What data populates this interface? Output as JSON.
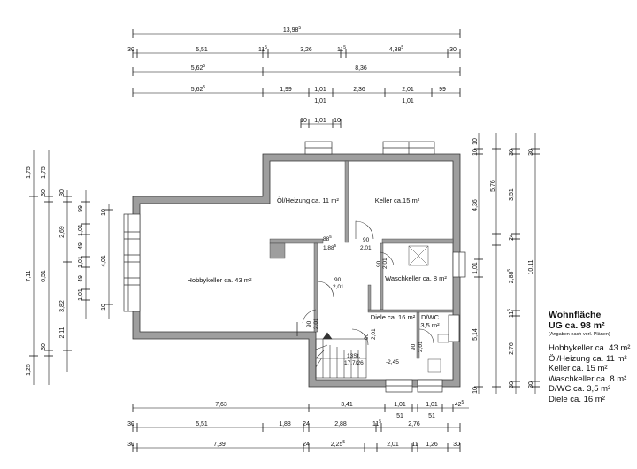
{
  "rooms": {
    "hobby": "Hobbykeller ca. 43 m²",
    "oel": "Öl/Heizung ca. 11 m²",
    "keller": "Keller ca.15 m²",
    "wasch": "Waschkeller ca. 8 m²",
    "diele": "Diele ca. 16 m²",
    "dwc": "D/WC",
    "dwc_area": "3,5 m²"
  },
  "doors": {
    "d1_a": "88",
    "d1_a_sup": "5",
    "d1_b": "1,88",
    "d1_b_sup": "5",
    "d2_a": "90",
    "d2_b": "2,01",
    "d3_a": "90",
    "d3_b": "2,01",
    "d4_a": "90",
    "d4_b": "2,01",
    "d5_a": "90",
    "d5_b": "2,01",
    "d6_a": "90",
    "d6_b": "2,01",
    "d7_a": "90",
    "d7_b": "2,01"
  },
  "stair": {
    "count": "13St.",
    "size": "17,7/26",
    "level": "-2,45"
  },
  "dims_top": {
    "total": "13,98",
    "total_sup": "5",
    "r1": [
      "30",
      "5,51",
      "11",
      "3,26",
      "11",
      "4,38",
      "30"
    ],
    "r1_sup": "5",
    "r2": [
      "5,62",
      "8,36"
    ],
    "r2_sup": "5",
    "r3": [
      "5,62",
      "1,99",
      "1,01",
      "2,36",
      "2,01",
      "99"
    ],
    "r3_sup": "5",
    "r3b": [
      "1,01",
      "1,01"
    ],
    "r4": [
      "10",
      "1,01",
      "10"
    ]
  },
  "dims_bottom": {
    "r1": [
      "7,63",
      "3,41",
      "1,01",
      "1,01",
      "42"
    ],
    "r1_sup": "5",
    "r1b": [
      "51",
      "51"
    ],
    "r2": [
      "30",
      "5,51",
      "1,88",
      "24",
      "2,88",
      "11",
      "2,76"
    ],
    "r2_sup": "5",
    "r3": [
      "30",
      "7,39",
      "24",
      "2,25",
      "2,01",
      "11",
      "1,26",
      "30"
    ],
    "r3_sup": "5"
  },
  "dims_left": {
    "a": [
      "1,75",
      "7,11",
      "1,25"
    ],
    "b": [
      "1,75",
      "30",
      "6,51",
      "30"
    ],
    "c": [
      "30",
      "2,69",
      "3,82",
      "2,11"
    ],
    "d": [
      "99",
      "1,01",
      "49",
      "1,01",
      "49",
      "1,01"
    ],
    "e": [
      "10",
      "4,01",
      "10"
    ]
  },
  "dims_right": {
    "a": [
      "10",
      "10",
      "4,36",
      "1,01",
      "5,14",
      "10"
    ],
    "b": [
      "30",
      "3,51",
      "24",
      "2,88",
      "11",
      "2,76",
      "30"
    ],
    "b_sup": "5",
    "c": [
      "30",
      "10,11",
      "30"
    ],
    "d": [
      "5,76"
    ]
  },
  "legend": {
    "title": "Wohnfläche",
    "subtitle": "UG ca. 98 m²",
    "note": "(Angaben nach vorl. Plänen)",
    "items": [
      "Hobbykeller ca. 43 m²",
      "Öl/Heizung ca. 11 m²",
      "Keller ca. 15 m²",
      "Waschkeller ca. 8 m²",
      "D/WC ca. 3,5 m²",
      "Diele ca. 16 m²"
    ]
  }
}
